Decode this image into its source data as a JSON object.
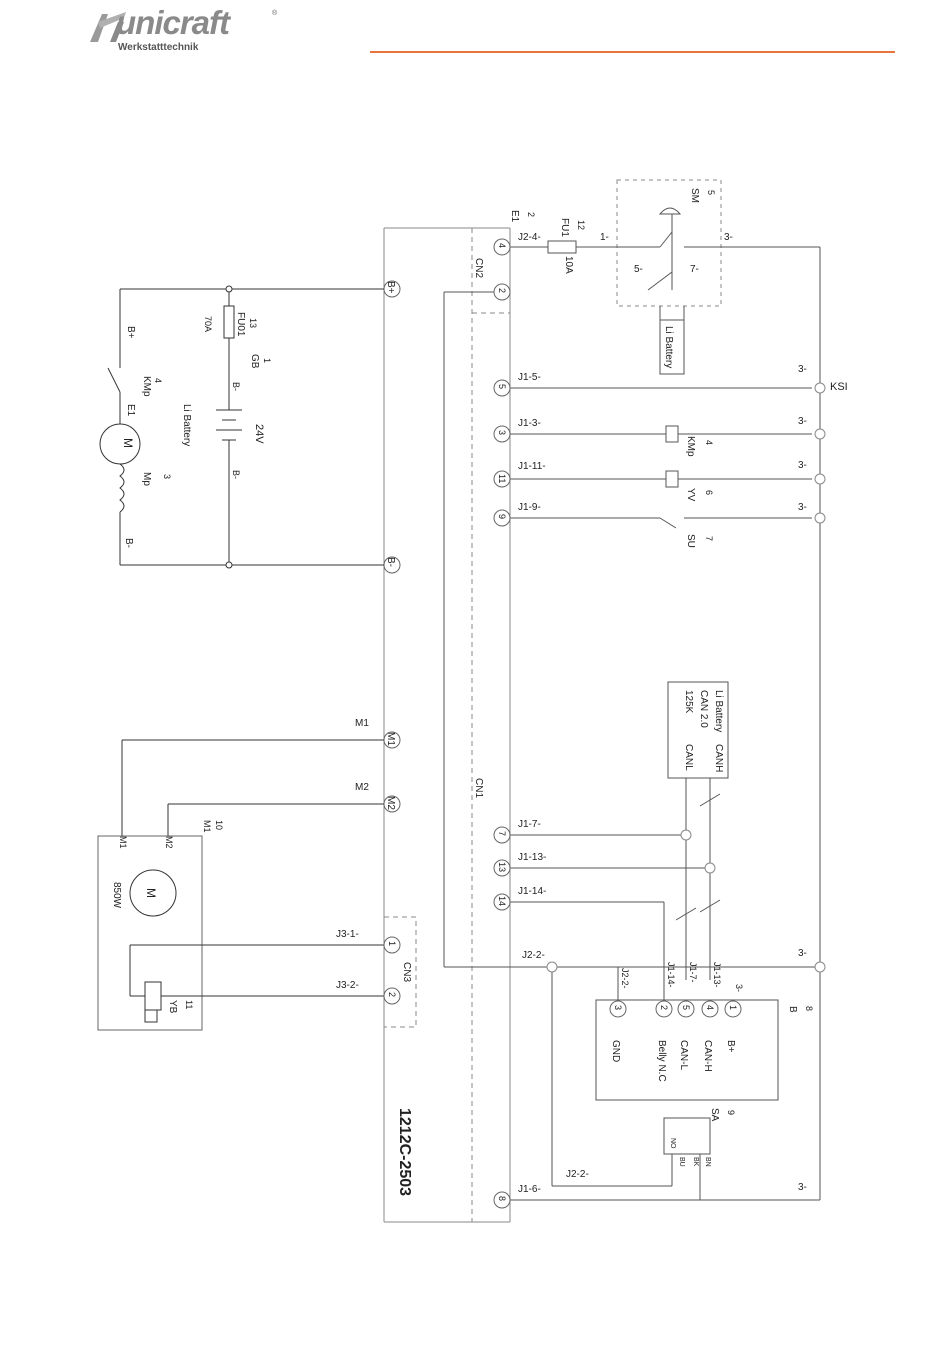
{
  "header": {
    "brand": "unicraft",
    "tagline": "Werkstatttechnik",
    "registered": "®",
    "accent_color": "#e8743b",
    "brand_color": "#8a8a8a"
  },
  "controller": {
    "model": "1212C-2503",
    "terminal_bplus": "B+",
    "terminal_bminus": "B-",
    "terminal_m1": "M1",
    "terminal_m2": "M2"
  },
  "connectors": {
    "cn1": "CN1",
    "cn2": "CN2",
    "cn3": "CN3"
  },
  "pump_circuit": {
    "kmp_label": "KMp",
    "kmp_num": "4",
    "e1_label": "E1",
    "mp_label": "Mp",
    "mp_num": "3",
    "motor_letter": "M",
    "bplus": "B+",
    "bminus": "B-"
  },
  "battery": {
    "gb_label": "GB",
    "gb_num": "1",
    "fuse_label": "FU01",
    "fuse_num": "13",
    "fuse_rating": "70A",
    "name": "Li Battery",
    "voltage": "24V",
    "bminus": "B-"
  },
  "drive_motor": {
    "m1_wire": "M1",
    "m2_wire": "M2",
    "m1_term": "M1",
    "m2_term": "M2",
    "power": "850W",
    "motor_letter": "M",
    "ref_label": "M1",
    "ref_num": "10",
    "brake_label": "YB",
    "brake_num": "11"
  },
  "cn3_pins": [
    {
      "num": "1",
      "wire": "J3-1-"
    },
    {
      "num": "2",
      "wire": "J3-2-"
    }
  ],
  "key_switch": {
    "sm_label": "SM",
    "sm_num": "5",
    "e1_label": "E1",
    "e1_num": "2",
    "fuse_label": "FU1",
    "fuse_num": "12",
    "fuse_rating": "10A",
    "wire_in": "J2-4-",
    "node_1": "1-",
    "node_3": "3-",
    "node_5": "5-",
    "node_7": "7-",
    "battery_label": "Li Battery"
  },
  "cn2_pins": [
    {
      "num": "4"
    },
    {
      "num": "2"
    }
  ],
  "cn1_rows": [
    {
      "num": "5",
      "wire": "J1-5-",
      "ret": "3-",
      "device": "KSI",
      "device_num": ""
    },
    {
      "num": "3",
      "wire": "J1-3-",
      "ret": "3-",
      "device": "KMp",
      "device_num": "4"
    },
    {
      "num": "11",
      "wire": "J1-11-",
      "ret": "3-",
      "device": "YV",
      "device_num": "6"
    },
    {
      "num": "9",
      "wire": "J1-9-",
      "ret": "3-",
      "device": "SU",
      "device_num": "7"
    }
  ],
  "can_rows": [
    {
      "num": "7",
      "wire": "J1-7-"
    },
    {
      "num": "13",
      "wire": "J1-13-"
    },
    {
      "num": "14",
      "wire": "J1-14-"
    }
  ],
  "can_box": {
    "line1": "Li Battery",
    "line2": "CAN 2.0",
    "line3": "125K",
    "canh": "CANH",
    "canl": "CANL"
  },
  "b_module": {
    "label": "B",
    "num": "8",
    "wire_j22": "J2-2-",
    "wire_j114": "J1-14-",
    "wire_j17": "J1-7-",
    "wire_j113": "J1-13-",
    "wire_3": "3-",
    "pins": [
      {
        "num": "1",
        "name": "B+"
      },
      {
        "num": "4",
        "name": "CAN-H"
      },
      {
        "num": "5",
        "name": "CAN-L"
      },
      {
        "num": "2",
        "name": "Belly N.C"
      },
      {
        "num": "3",
        "name": "GND"
      }
    ]
  },
  "j22_wire": "J2-2-",
  "j22_ret": "3-",
  "sa_switch": {
    "label": "SA",
    "num": "9",
    "bn": "BN",
    "bk": "BK",
    "bu": "BU",
    "no": "NO",
    "wire_in": "J2-2-",
    "wire_j16": "J1-6-",
    "pin": "8",
    "ret": "3-"
  }
}
